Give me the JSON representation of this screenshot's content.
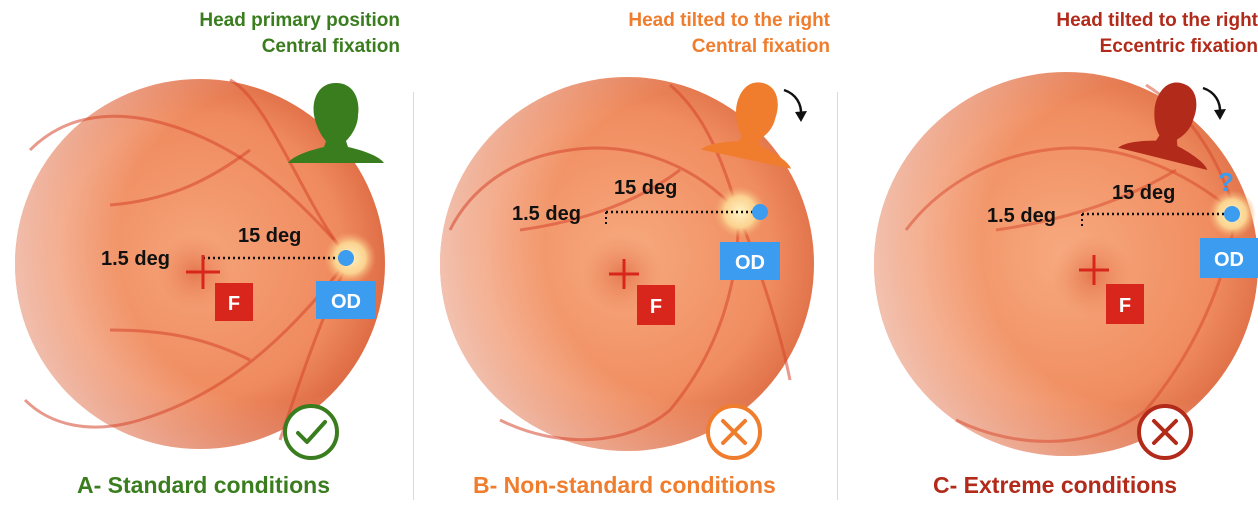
{
  "colors": {
    "standard": "#3a7d1e",
    "nonstandard": "#ef7d2d",
    "extreme": "#b22a1a",
    "od_box": "#3b9cf0",
    "fovea_box": "#d8261c"
  },
  "panels": [
    {
      "id": "A",
      "header_line1": "Head primary position",
      "header_line2": "Central fixation",
      "fovea_label": "1.5 deg",
      "distance_label": "15 deg",
      "fovea_box": "F",
      "disc_box": "OD",
      "question_mark": "",
      "status_icon": "check-icon",
      "caption": "A- Standard conditions"
    },
    {
      "id": "B",
      "header_line1": "Head tilted to the right",
      "header_line2": "Central fixation",
      "fovea_label": "1.5 deg",
      "distance_label": "15 deg",
      "fovea_box": "F",
      "disc_box": "OD",
      "question_mark": "",
      "status_icon": "cross-icon",
      "caption": "B- Non-standard conditions"
    },
    {
      "id": "C",
      "header_line1": "Head tilted to the right",
      "header_line2": "Eccentric fixation",
      "fovea_label": "1.5 deg",
      "distance_label": "15 deg",
      "fovea_box": "F",
      "disc_box": "OD",
      "question_mark": "?",
      "status_icon": "cross-icon",
      "caption": "C- Extreme conditions"
    }
  ]
}
